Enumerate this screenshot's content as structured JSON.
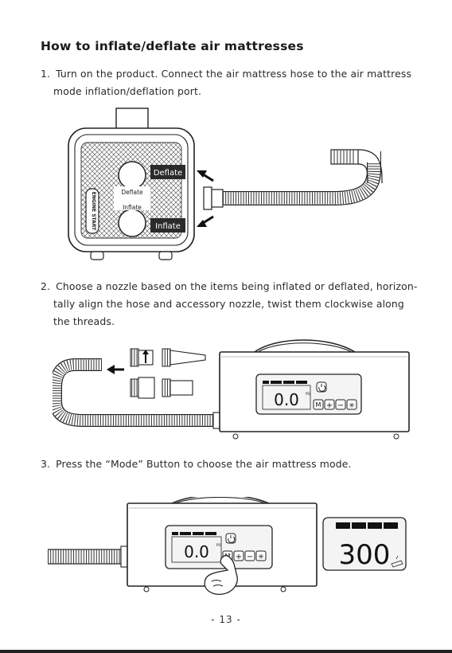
{
  "title": "How to inflate/deflate air mattresses",
  "steps": [
    {
      "num": "1.",
      "line1": "Turn on the product. Connect the air mattress hose to the air mattress",
      "line2": "mode inflation/deflation port.",
      "line3": ""
    },
    {
      "num": "2.",
      "line1": "Choose a nozzle based on the items being inflated or deflated, horizon-",
      "line2": "tally align the hose and accessory nozzle, twist them clockwise along",
      "line3": "the threads."
    },
    {
      "num": "3.",
      "line1": "Press the “Mode” Button to choose the air mattress mode.",
      "line2": "",
      "line3": ""
    }
  ],
  "figure1": {
    "deflate_tag": "Deflate",
    "inflate_tag": "Inflate",
    "deflate_small": "Deflate",
    "inflate_small": "Inflate",
    "engine_start": "ENGINE START",
    "arrow_icon": "arrow-pointing-left-icon"
  },
  "figure2": {
    "display_value": "0.0",
    "display_unit": "PSI",
    "buttons": [
      "M",
      "+",
      "−",
      "✳"
    ],
    "power_icon": "power-icon"
  },
  "figure3": {
    "display_value": "0.0",
    "display_unit": "PSI",
    "buttons": [
      "M",
      "+",
      "−",
      "✳"
    ],
    "zoom_value": "300",
    "zoom_icon": "air-mattress-icon",
    "hand_icon": "pointing-hand-icon"
  },
  "page_number": "- 13 -",
  "colors": {
    "ink": "#1a1a1a",
    "tag_bg": "#2b2b2b",
    "display_bg": "#f4f4f4"
  }
}
